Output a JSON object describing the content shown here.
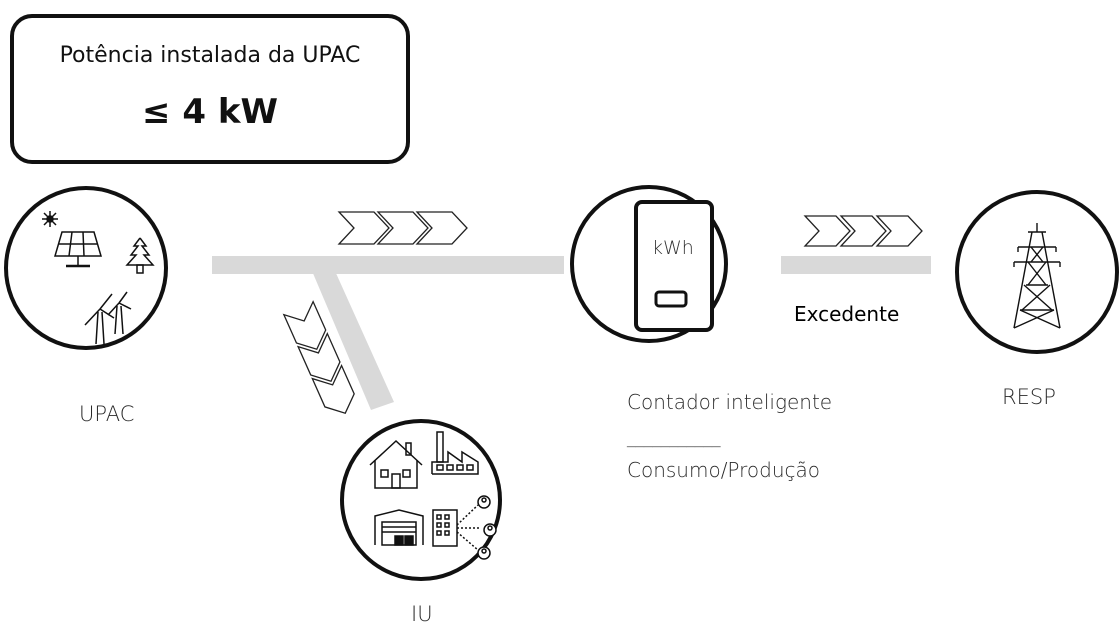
{
  "power_box": {
    "title": "Potência instalada da UPAC",
    "value": "≤ 4 kW"
  },
  "nodes": {
    "upac": {
      "label": "UPAC"
    },
    "iu": {
      "label": "IU"
    },
    "meter": {
      "label": "Contador inteligente",
      "screen_text": "kWh",
      "divider": "___________",
      "sub_label": "Consumo/Produção"
    },
    "resp": {
      "label": "RESP"
    }
  },
  "flows": {
    "excess_label": "Excedente"
  },
  "colors": {
    "line": "#d9d9d9",
    "stroke": "#111111",
    "background": "#ffffff"
  },
  "icons": [
    "solar-panel-icon",
    "sun-icon",
    "tree-icon",
    "wind-turbine-icon",
    "house-icon",
    "factory-icon",
    "warehouse-icon",
    "office-building-icon",
    "person-icon",
    "smart-meter-icon",
    "transmission-tower-icon",
    "chevron-arrow-icon"
  ]
}
